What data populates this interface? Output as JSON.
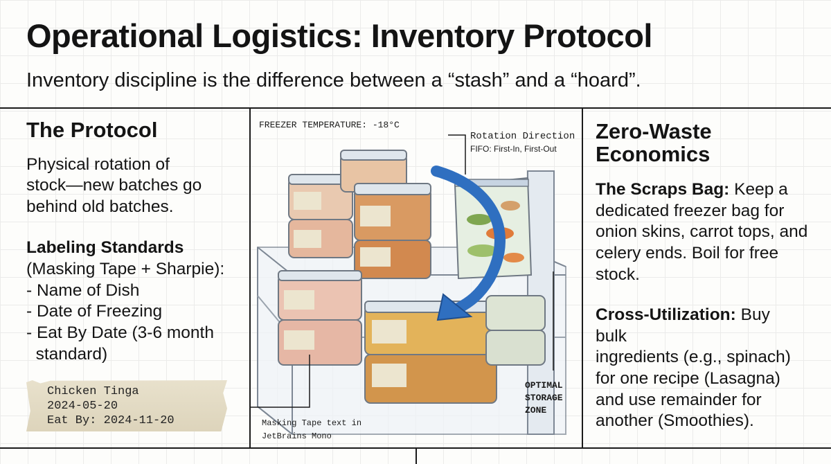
{
  "header": {
    "title": "Operational Logistics: Inventory Protocol",
    "subtitle": "Inventory discipline is the difference between a “stash” and a “hoard”."
  },
  "protocol": {
    "heading": "The Protocol",
    "lines": [
      "Physical rotation of",
      "stock—new batches go",
      "behind old batches."
    ],
    "labeling_heading": "Labeling Standards",
    "labeling_sub": "(Masking Tape + Sharpie):",
    "items": [
      "- Name of Dish",
      "- Date of Freezing",
      "- Eat By Date (3-6 month",
      "  standard)"
    ]
  },
  "tape_label": {
    "line1": "Chicken Tinga",
    "line2": "2024-05-20",
    "line3": "Eat By: 2024-11-20"
  },
  "illustration": {
    "temperature": "FREEZER TEMPERATURE: -18°C",
    "rotation_title": "Rotation Direction",
    "rotation_sub": "FIFO: First-In, First-Out",
    "zone_line1": "OPTIMAL",
    "zone_line2": "STORAGE",
    "zone_line3": "ZONE",
    "caption_line1": "Masking Tape text in",
    "caption_line2": "JetBrains Mono"
  },
  "economics": {
    "heading_line1": "Zero-Waste",
    "heading_line2": "Economics",
    "scraps_label": "The Scraps Bag:",
    "scraps_lines": [
      " Keep a",
      "dedicated freezer bag for",
      "onion skins, carrot tops, and",
      "celery ends. Boil for free",
      "stock."
    ],
    "cross_label": "Cross-Utilization:",
    "cross_lines": [
      " Buy",
      "bulk",
      "ingredients (e.g., spinach)",
      "for one recipe (Lasagna)",
      "and use remainder for",
      "another (Smoothies)."
    ]
  },
  "colors": {
    "accent_arrow": "#2f6fc0",
    "tape": "#e4dcc5",
    "rule": "#1a1a1a"
  }
}
